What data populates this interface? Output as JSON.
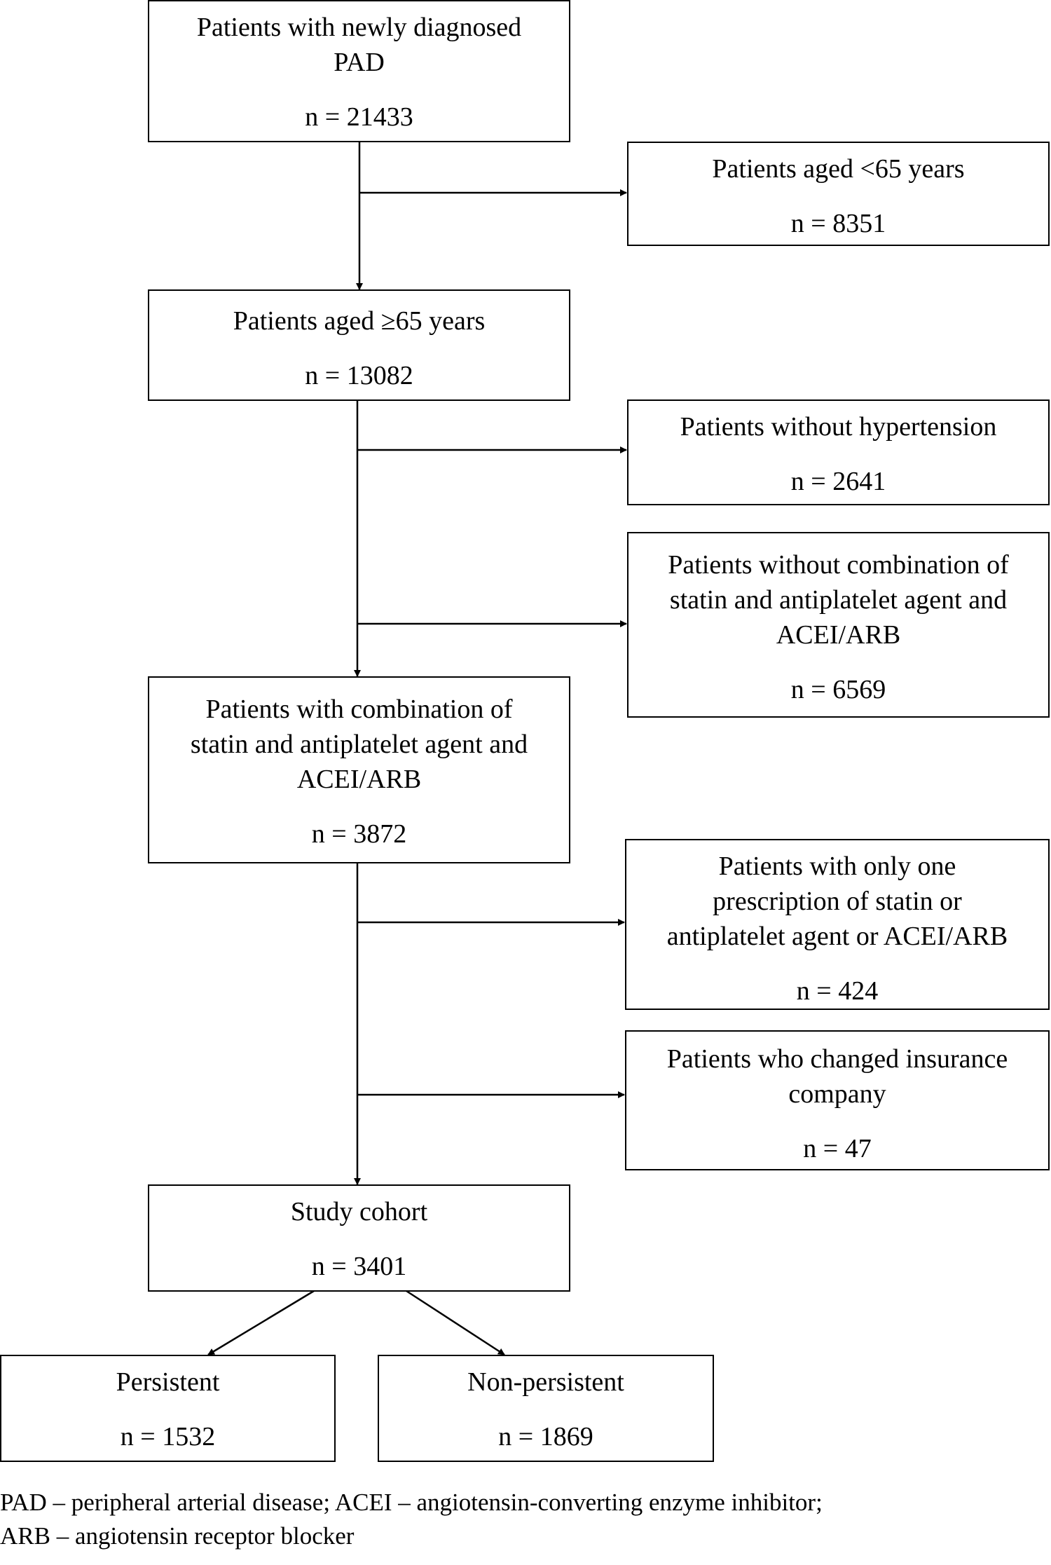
{
  "boxes": {
    "pad": {
      "lines": [
        "Patients with newly diagnosed",
        "PAD"
      ],
      "n": "n = 21433"
    },
    "under65": {
      "lines": [
        "Patients aged <65 years"
      ],
      "n": "n = 8351"
    },
    "aged65": {
      "lines": [
        "Patients aged ≥65 years"
      ],
      "n": "n = 13082"
    },
    "no_htn": {
      "lines": [
        "Patients without hypertension"
      ],
      "n": "n = 2641"
    },
    "no_combo": {
      "lines": [
        "Patients without combination of",
        "statin and antiplatelet agent and",
        "ACEI/ARB"
      ],
      "n": "n = 6569"
    },
    "combo": {
      "lines": [
        "Patients with combination of",
        "statin and antiplatelet agent and",
        "ACEI/ARB"
      ],
      "n": "n = 3872"
    },
    "one_rx": {
      "lines": [
        "Patients with only one",
        "prescription of statin or",
        "antiplatelet agent or ACEI/ARB"
      ],
      "n": "n = 424"
    },
    "insurance": {
      "lines": [
        "Patients who changed insurance",
        "company"
      ],
      "n": "n = 47"
    },
    "cohort": {
      "lines": [
        "Study cohort"
      ],
      "n": "n = 3401"
    },
    "persistent": {
      "lines": [
        "Persistent"
      ],
      "n": "n = 1532"
    },
    "nonpersistent": {
      "lines": [
        "Non-persistent"
      ],
      "n": "n = 1869"
    }
  },
  "footnote": [
    "PAD – peripheral arterial disease; ACEI – angiotensin-converting enzyme inhibitor;",
    "ARB – angiotensin receptor blocker"
  ]
}
